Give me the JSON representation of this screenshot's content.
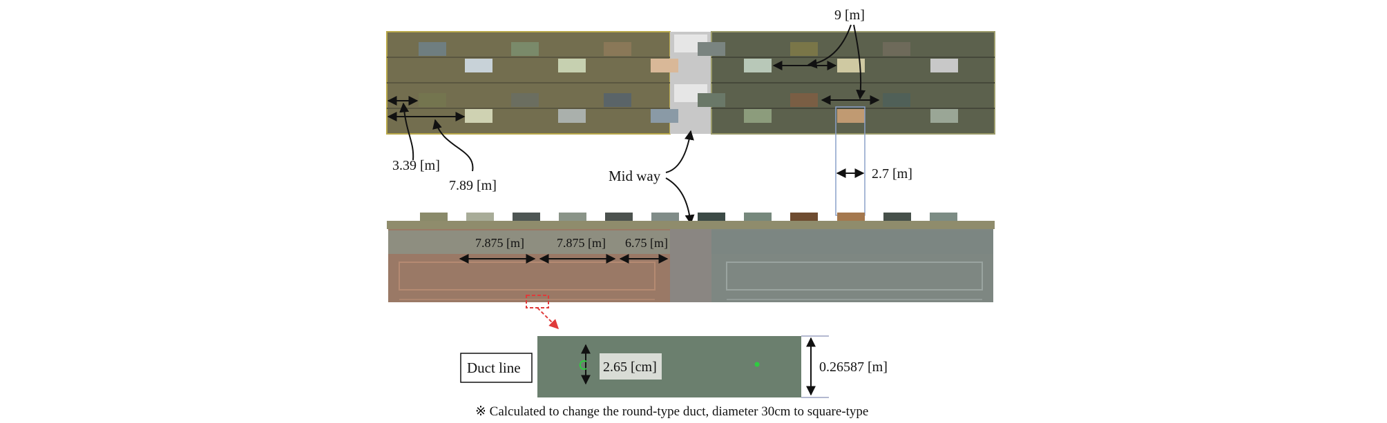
{
  "labels": {
    "dim_9m": "9 [m]",
    "dim_339": "3.39 [m]",
    "dim_789": "7.89 [m]",
    "mid_way": "Mid way",
    "dim_27": "2.7 [m]",
    "dim_7875_a": "7.875 [m]",
    "dim_7875_b": "7.875 [m]",
    "dim_675": "6.75 [m]",
    "duct_line": "Duct line",
    "dim_265cm": "2.65 [cm]",
    "dim_026587": "0.26587 [m]"
  },
  "note": "※ Calculated to change the round-type duct, diameter 30cm to square-type",
  "colors": {
    "left_zone": "#736e4f",
    "right_zone": "#5a5f4c",
    "mid_zone": "#c9c9c9",
    "section_left": "#9a7966",
    "section_right": "#7e8782",
    "duct_panel": "#6b7f6e",
    "highlight": "#e03a3a"
  }
}
